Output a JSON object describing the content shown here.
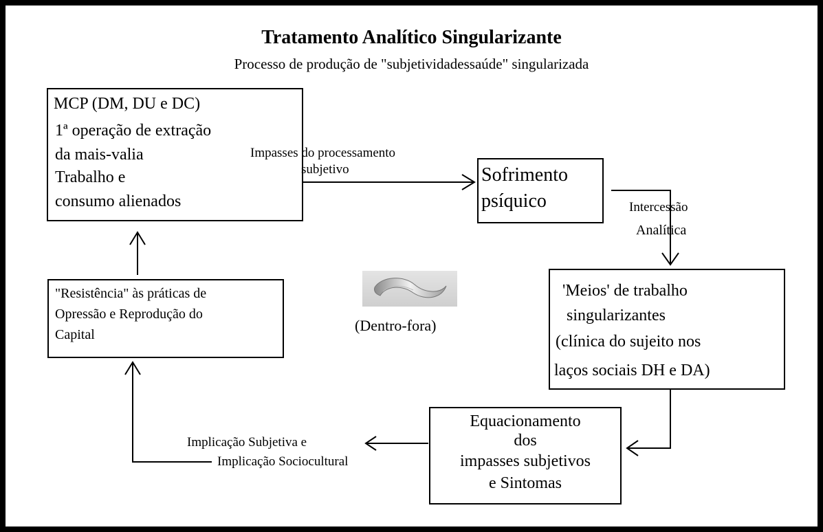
{
  "title": "Tratamento Analítico Singularizante",
  "subtitle": "Processo de produção de \"subjetividadessaúde\" singularizada",
  "boxes": {
    "mcp": {
      "line1": "MCP (DM, DU e DC)",
      "line2": "1ª operação de extração",
      "line3": "da mais-valia",
      "line4": "Trabalho e",
      "line5": "consumo alienados"
    },
    "sofrimento": {
      "line1": "Sofrimento",
      "line2": "psíquico"
    },
    "meios": {
      "line1": "'Meios' de trabalho",
      "line2": "singularizantes",
      "line3": "(clínica do sujeito nos",
      "line4": "laços sociais DH e DA)"
    },
    "equacionamento": {
      "line1": "Equacionamento",
      "line2": "dos",
      "line3": "impasses subjetivos",
      "line4": "e Sintomas"
    },
    "resistencia": {
      "line1": "\"Resistência\" às práticas de",
      "line2": "Opressão e Reprodução do",
      "line3": "Capital"
    }
  },
  "edge_labels": {
    "impasses": {
      "line1": "Impasses do processamento",
      "line2": "subjetivo"
    },
    "intercessao": {
      "line1": "Intercessão",
      "line2": "Analítica"
    },
    "implicacao": {
      "line1": "Implicação Subjetiva e",
      "line2": "Implicação Sociocultural"
    }
  },
  "center_caption": "(Dentro-fora)"
}
